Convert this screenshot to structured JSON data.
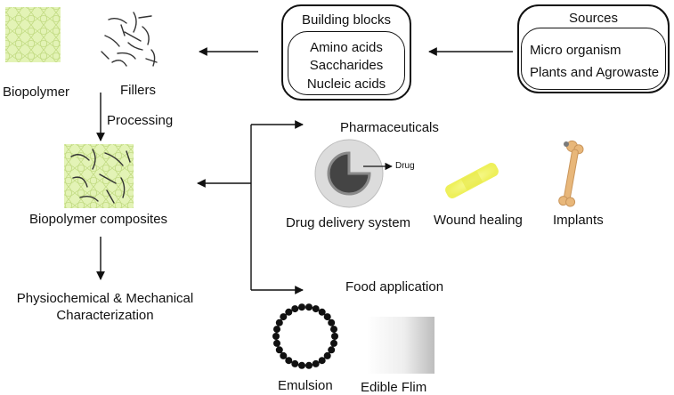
{
  "diagram": {
    "labels": {
      "biopolymer": "Biopolymer",
      "fillers": "Fillers",
      "processing": "Processing",
      "biopolymer_composites": "Biopolymer composites",
      "characterization_line1": "Physiochemical & Mechanical",
      "characterization_line2": "Characterization",
      "pharmaceuticals": "Pharmaceuticals",
      "drug": "Drug",
      "drug_delivery_system": "Drug delivery system",
      "wound_healing": "Wound healing",
      "implants": "Implants",
      "food_application": "Food application",
      "emulsion": "Emulsion",
      "edible_film": "Edible Flim"
    },
    "building_blocks": {
      "title": "Building blocks",
      "items": [
        "Amino acids",
        "Saccharides",
        "Nucleic acids"
      ]
    },
    "sources": {
      "title": "Sources",
      "items": [
        "Micro organism",
        "Plants and Agrowaste"
      ]
    },
    "colors": {
      "biopolymer_fill": "#e3f3b6",
      "mesh_line": "#c2db83",
      "sphere_outer": "#dcdcdc",
      "sphere_core": "#444444",
      "bandage": "#f1f566",
      "bone": "#e8b77a"
    }
  }
}
